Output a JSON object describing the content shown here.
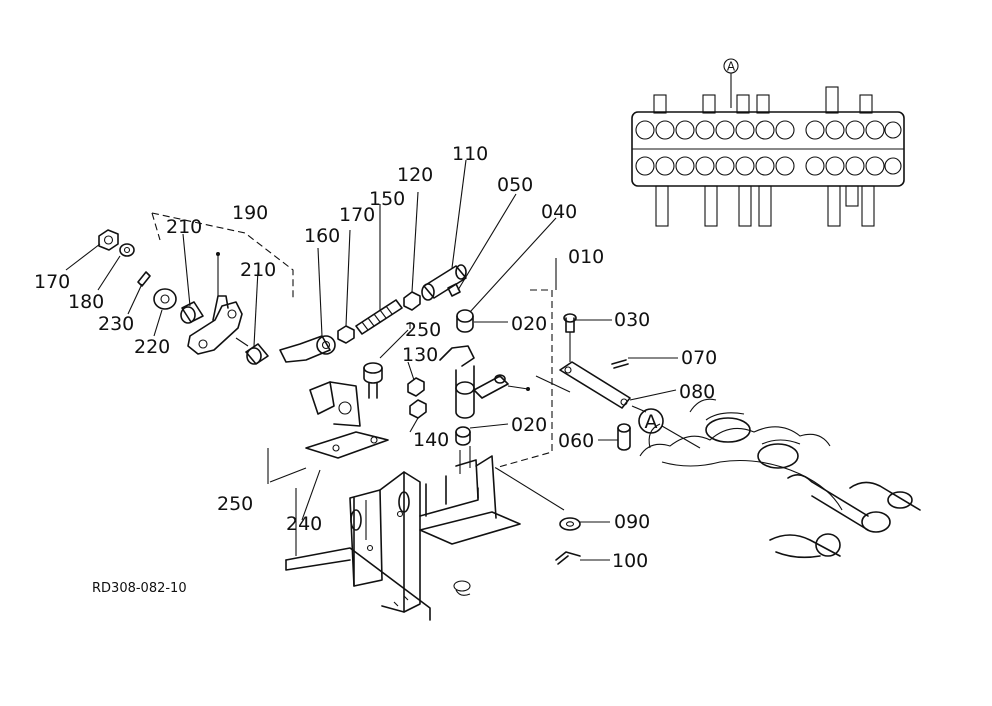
{
  "callouts": [
    {
      "id": "110",
      "text": "110"
    },
    {
      "id": "050",
      "text": "050"
    },
    {
      "id": "040",
      "text": "040"
    },
    {
      "id": "120",
      "text": "120"
    },
    {
      "id": "150",
      "text": "150"
    },
    {
      "id": "170b",
      "text": "170"
    },
    {
      "id": "160",
      "text": "160"
    },
    {
      "id": "190",
      "text": "190"
    },
    {
      "id": "210a",
      "text": "210"
    },
    {
      "id": "210b",
      "text": "210"
    },
    {
      "id": "170a",
      "text": "170"
    },
    {
      "id": "180",
      "text": "180"
    },
    {
      "id": "230",
      "text": "230"
    },
    {
      "id": "220",
      "text": "220"
    },
    {
      "id": "250a",
      "text": "250"
    },
    {
      "id": "130",
      "text": "130"
    },
    {
      "id": "140",
      "text": "140"
    },
    {
      "id": "250b",
      "text": "250"
    },
    {
      "id": "240",
      "text": "240"
    },
    {
      "id": "010",
      "text": "010"
    },
    {
      "id": "030",
      "text": "030"
    },
    {
      "id": "020a",
      "text": "020"
    },
    {
      "id": "020b",
      "text": "020"
    },
    {
      "id": "070",
      "text": "070"
    },
    {
      "id": "080",
      "text": "080"
    },
    {
      "id": "060",
      "text": "060"
    },
    {
      "id": "090",
      "text": "090"
    },
    {
      "id": "100",
      "text": "100"
    }
  ],
  "view_marker_main": "A",
  "view_marker_inset": "A",
  "drawing_ref": "RD308-082-10"
}
